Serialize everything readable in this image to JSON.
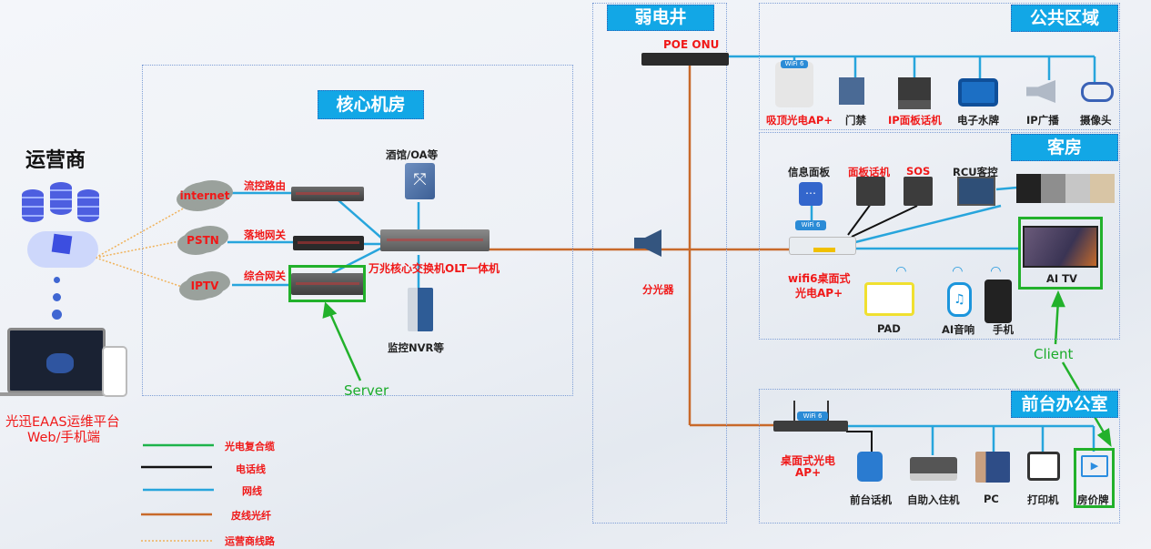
{
  "left": {
    "operator_title": "运营商",
    "platform_line1": "光迅EAAS运维平台",
    "platform_line2": "Web/手机端"
  },
  "legend": [
    {
      "label": "光电复合缆",
      "color": "#1db34a",
      "style": "solid"
    },
    {
      "label": "电话线",
      "color": "#111111",
      "style": "solid"
    },
    {
      "label": "网线",
      "color": "#27a5dc",
      "style": "solid"
    },
    {
      "label": "皮线光纤",
      "color": "#c8692a",
      "style": "solid"
    },
    {
      "label": "运营商线路",
      "color": "#f0b25a",
      "style": "dotted"
    }
  ],
  "core_room": {
    "title": "核心机房",
    "clouds": [
      "internet",
      "PSTN",
      "IPTV"
    ],
    "devices": {
      "router": "流控路由",
      "landing_gateway": "落地网关",
      "integrated_gateway": "综合网关",
      "hotel_oa": "酒馆/OA等",
      "core_switch": "万兆核心交换机OLT一体机",
      "nvr": "监控NVR等"
    },
    "server_annotation": "Server"
  },
  "weak_well": {
    "title": "弱电井",
    "onu": "POE ONU",
    "splitter": "分光器"
  },
  "public_area": {
    "title": "公共区域",
    "devices": [
      {
        "label": "吸顶光电AP+",
        "red": true,
        "icon": "ceiling-ap-icon"
      },
      {
        "label": "门禁",
        "red": false,
        "icon": "access-control-icon"
      },
      {
        "label": "IP面板话机",
        "red": true,
        "icon": "ip-panel-phone-icon"
      },
      {
        "label": "电子水牌",
        "red": false,
        "icon": "e-signage-icon"
      },
      {
        "label": "IP广播",
        "red": false,
        "icon": "ip-broadcast-icon"
      },
      {
        "label": "摄像头",
        "red": false,
        "icon": "camera-icon"
      }
    ]
  },
  "guest_room": {
    "title": "客房",
    "info_panel": "信息面板",
    "panel_phone": "面板话机",
    "sos": "SOS",
    "rcu": "RCU客控",
    "ap_line1": "wifi6桌面式",
    "ap_line2": "光电AP+",
    "pad": "PAD",
    "ai_speaker": "AI音响",
    "phone": "手机",
    "ai_tv": "AI TV",
    "client_annotation": "Client",
    "wifi_badge": "WiFi 6"
  },
  "front_office": {
    "title": "前台办公室",
    "ap_line1": "桌面式光电",
    "ap_line2": "AP+",
    "devices": [
      "前台话机",
      "自助入住机",
      "PC",
      "打印机",
      "房价牌"
    ]
  }
}
